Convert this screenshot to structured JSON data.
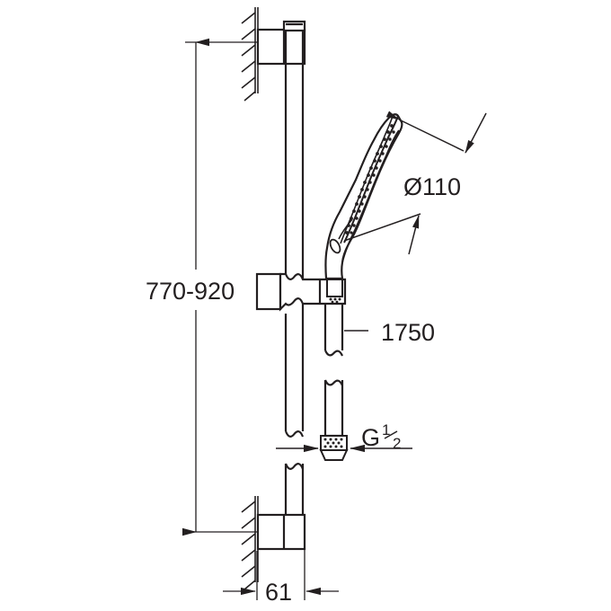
{
  "drawing": {
    "title": "Shower rail set technical dimension drawing",
    "product": "Hand shower with slide bar and hose",
    "units": "mm",
    "line_color": "#231f20",
    "background_color": "#ffffff",
    "stroke_width_outline": 2.2,
    "stroke_width_dimension": 1.3
  },
  "dimensions": {
    "rail_height": {
      "label": "770-920",
      "orientation": "vertical",
      "position": "left"
    },
    "spray_face_diameter": {
      "label": "Ø110",
      "symbol": "diameter-symbol",
      "orientation": "leader",
      "position": "upper-right"
    },
    "hose_length": {
      "label": "1750",
      "orientation": "leader",
      "position": "middle-right"
    },
    "thread_size": {
      "label": "G",
      "fraction_numerator": "1",
      "fraction_denominator": "2",
      "full_label": "G 1/2",
      "orientation": "leader",
      "position": "lower-right"
    },
    "wall_projection": {
      "label": "61",
      "orientation": "horizontal",
      "position": "bottom"
    }
  },
  "components": {
    "wall_hatching_top": "wall-hatch-top",
    "wall_hatching_bottom": "wall-hatch-bottom",
    "bracket_top": "upper-wall-bracket",
    "bracket_bottom": "lower-wall-bracket",
    "slide_bar": "vertical-slide-bar",
    "slide_bar_cap": "slide-bar-top-cap",
    "holder": "adjustable-hand-shower-holder",
    "hand_shower": "hand-shower-head",
    "spray_face": "spray-face-nozzles",
    "hose": "flexible-shower-hose",
    "hose_connector": "knurled-hose-connector",
    "break_symbols": "break-line-symbols"
  }
}
